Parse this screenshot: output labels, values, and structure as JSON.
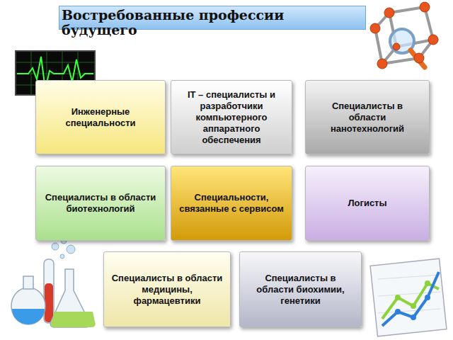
{
  "diagram": {
    "title": "Востребованные профессии будущего",
    "nodes": [
      {
        "text": [
          "Инженерные специальности"
        ]
      },
      {
        "text": [
          "IT – специалисты и разработчики компьютерного аппаратного обеспечения"
        ]
      },
      {
        "text": [
          "Специалисты в области нанотехнологий"
        ]
      },
      {
        "text": [
          "Специалисты в области биотехнологий"
        ]
      },
      {
        "text": [
          "Специальности, связанные с сервисом"
        ]
      },
      {
        "text": [
          "Логисты"
        ]
      },
      {
        "text": [
          "Специалисты в области медицины, фармацевтики"
        ]
      },
      {
        "text": [
          "Специалисты в области биохимии, генетики"
        ]
      }
    ]
  }
}
